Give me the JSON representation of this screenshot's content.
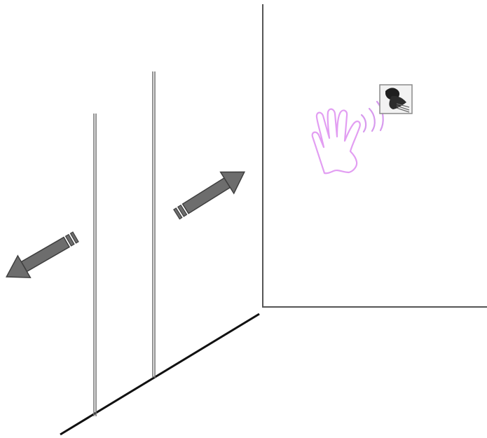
{
  "scene": {
    "elements": [
      "room-corner",
      "floor-line",
      "partition-left",
      "partition-right",
      "arrow-outward",
      "arrow-inward",
      "gesture-hand",
      "wireless-waves",
      "wall-sensor-device"
    ],
    "arrow_directions": {
      "arrow_outward": "toward-viewer-left",
      "arrow_inward": "toward-wall-right"
    },
    "colors": {
      "wall_line": "#555555",
      "floor_line": "#111111",
      "partition": "#777777",
      "arrow_fill": "#6d6d6d",
      "arrow_stroke": "#3f3f3f",
      "hand_stroke": "#e29ef2",
      "wave_stroke": "#d79aee",
      "device_body": "#f2f2f2",
      "device_border": "#8a8a8a",
      "device_dark": "#1f1f1f"
    },
    "icons": {
      "hand": "open-hand-gesture-icon",
      "waves": "signal-waves-icon",
      "device": "sensor-device-icon"
    }
  }
}
